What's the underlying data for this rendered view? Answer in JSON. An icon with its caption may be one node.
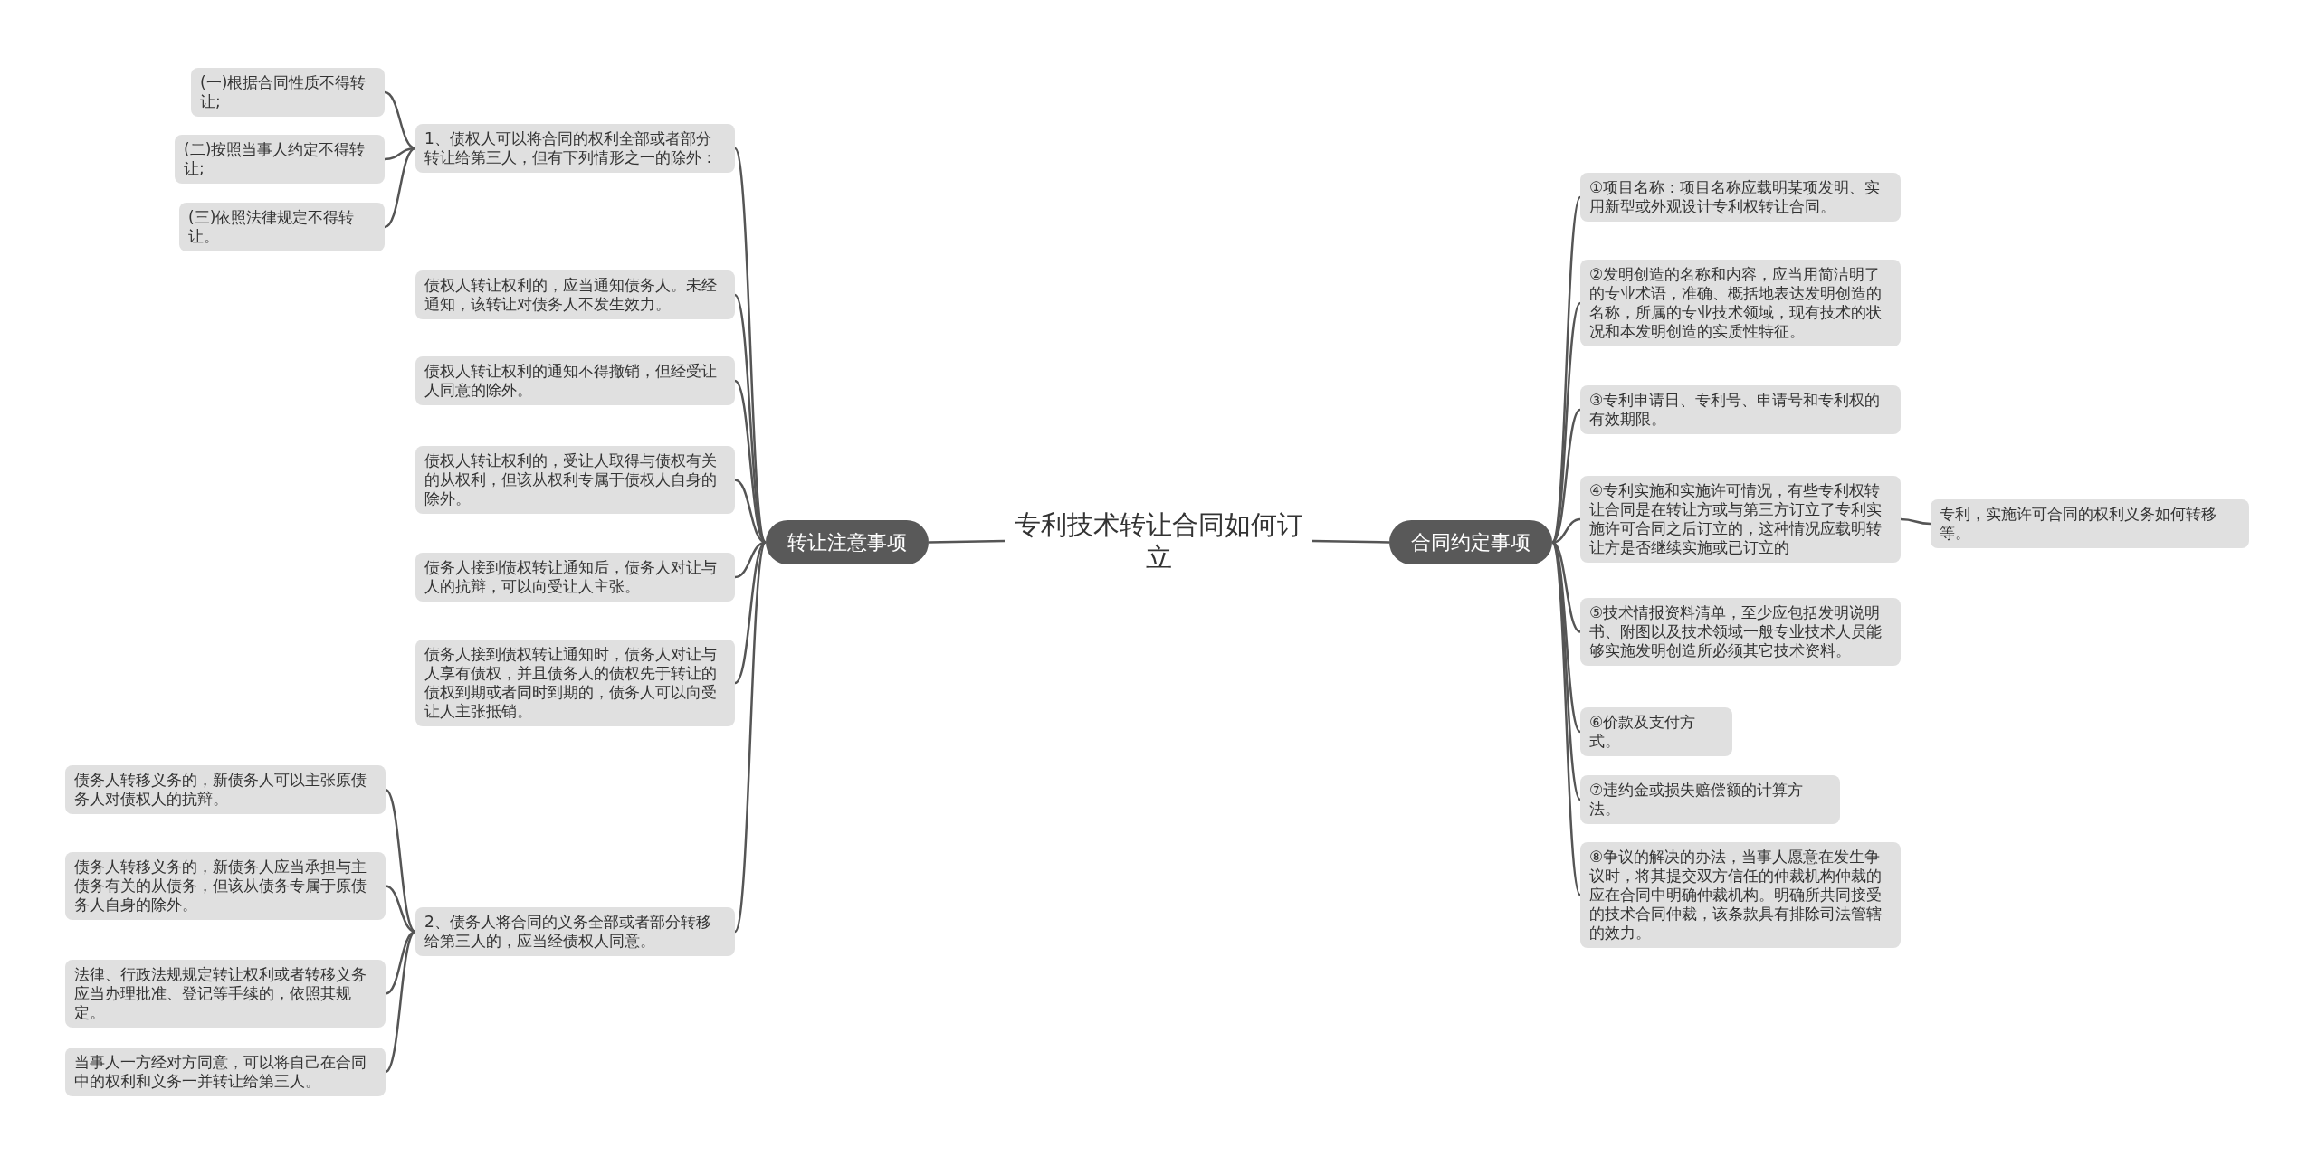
{
  "diagram": {
    "nodes": [
      {
        "text": [
          "专利技术转让合同如何订立"
        ]
      },
      {
        "text": [
          "转让注意事项"
        ]
      },
      {
        "text": [
          "合同约定事项"
        ]
      },
      {
        "text": [
          "1、债权人可以将合同的权利全部或者部分转让给第三人，但有下列情形之一的除外："
        ]
      },
      {
        "text": [
          "(一)根据合同性质不得转让;"
        ]
      },
      {
        "text": [
          "(二)按照当事人约定不得转让;"
        ]
      },
      {
        "text": [
          "(三)依照法律规定不得转让。"
        ]
      },
      {
        "text": [
          "债权人转让权利的，应当通知债务人。未经通知，该转让对债务人不发生效力。"
        ]
      },
      {
        "text": [
          "债权人转让权利的通知不得撤销，但经受让人同意的除外。"
        ]
      },
      {
        "text": [
          "债权人转让权利的，受让人取得与债权有关的从权利，但该从权利专属于债权人自身的除外。"
        ]
      },
      {
        "text": [
          "债务人接到债权转让通知后，债务人对让与人的抗辩，可以向受让人主张。"
        ]
      },
      {
        "text": [
          "债务人接到债权转让通知时，债务人对让与人享有债权，并且债务人的债权先于转让的债权到期或者同时到期的，债务人可以向受让人主张抵销。"
        ]
      },
      {
        "text": [
          "2、债务人将合同的义务全部或者部分转移给第三人的，应当经债权人同意。"
        ]
      },
      {
        "text": [
          "债务人转移义务的，新债务人可以主张原债务人对债权人的抗辩。"
        ]
      },
      {
        "text": [
          "债务人转移义务的，新债务人应当承担与主债务有关的从债务，但该从债务专属于原债务人自身的除外。"
        ]
      },
      {
        "text": [
          "法律、行政法规规定转让权利或者转移义务应当办理批准、登记等手续的，依照其规定。"
        ]
      },
      {
        "text": [
          "当事人一方经对方同意，可以将自己在合同中的权利和义务一并转让给第三人。"
        ]
      },
      {
        "text": [
          "①项目名称：项目名称应载明某项发明、实用新型或外观设计专利权转让合同。"
        ]
      },
      {
        "text": [
          "②发明创造的名称和内容，应当用简洁明了的专业术语，准确、概括地表达发明创造的名称，所属的专业技术领域，现有技术的状况和本发明创造的实质性特征。"
        ]
      },
      {
        "text": [
          "③专利申请日、专利号、申请号和专利权的有效期限。"
        ]
      },
      {
        "text": [
          "④专利实施和实施许可情况，有些专利权转让合同是在转让方或与第三方订立了专利实施许可合同之后订立的，这种情况应载明转让方是否继续实施或已订立的"
        ]
      },
      {
        "text": [
          "专利，实施许可合同的权利义务如何转移等。"
        ]
      },
      {
        "text": [
          "⑤技术情报资料清单，至少应包括发明说明书、附图以及技术领域一般专业技术人员能够实施发明创造所必须其它技术资料。"
        ]
      },
      {
        "text": [
          "⑥价款及支付方式。"
        ]
      },
      {
        "text": [
          "⑦违约金或损失赔偿额的计算方法。"
        ]
      },
      {
        "text": [
          "⑧争议的解决的办法，当事人愿意在发生争议时，将其提交双方信任的仲裁机构仲裁的应在合同中明确仲裁机构。明确所共同接受的技术合同仲裁，该条款具有排除司法管辖的效力。"
        ]
      }
    ],
    "edges": [
      {
        "from": 0,
        "to": 1,
        "arrow": "none"
      },
      {
        "from": 0,
        "to": 2,
        "arrow": "none"
      },
      {
        "from": 1,
        "to": 3,
        "arrow": "none"
      },
      {
        "from": 1,
        "to": 7,
        "arrow": "none"
      },
      {
        "from": 1,
        "to": 8,
        "arrow": "none"
      },
      {
        "from": 1,
        "to": 9,
        "arrow": "none"
      },
      {
        "from": 1,
        "to": 10,
        "arrow": "none"
      },
      {
        "from": 1,
        "to": 11,
        "arrow": "none"
      },
      {
        "from": 1,
        "to": 12,
        "arrow": "none"
      },
      {
        "from": 3,
        "to": 4,
        "arrow": "none"
      },
      {
        "from": 3,
        "to": 5,
        "arrow": "none"
      },
      {
        "from": 3,
        "to": 6,
        "arrow": "none"
      },
      {
        "from": 12,
        "to": 13,
        "arrow": "none"
      },
      {
        "from": 12,
        "to": 14,
        "arrow": "none"
      },
      {
        "from": 12,
        "to": 15,
        "arrow": "none"
      },
      {
        "from": 12,
        "to": 16,
        "arrow": "none"
      },
      {
        "from": 2,
        "to": 17,
        "arrow": "none"
      },
      {
        "from": 2,
        "to": 18,
        "arrow": "none"
      },
      {
        "from": 2,
        "to": 19,
        "arrow": "none"
      },
      {
        "from": 2,
        "to": 20,
        "arrow": "none"
      },
      {
        "from": 2,
        "to": 22,
        "arrow": "none"
      },
      {
        "from": 2,
        "to": 23,
        "arrow": "none"
      },
      {
        "from": 2,
        "to": 24,
        "arrow": "none"
      },
      {
        "from": 2,
        "to": 25,
        "arrow": "none"
      },
      {
        "from": 20,
        "to": 21,
        "arrow": "none"
      }
    ]
  }
}
